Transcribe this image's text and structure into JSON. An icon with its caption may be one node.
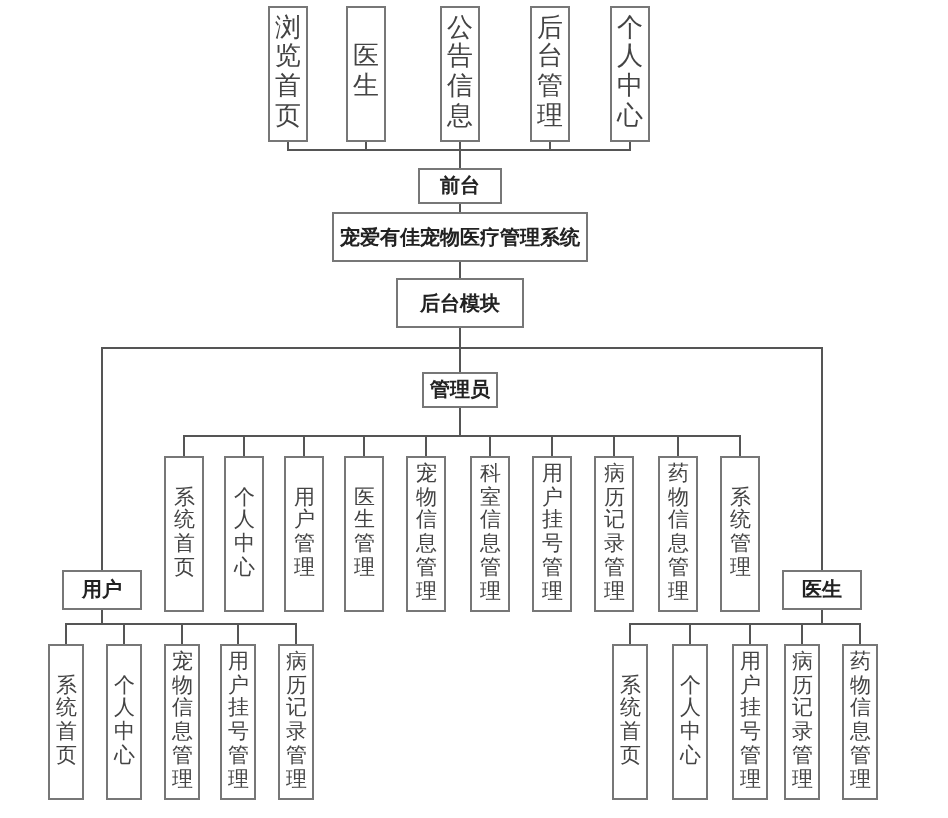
{
  "diagram": {
    "nodes": [
      {
        "text": [
          "浏览首页"
        ]
      },
      {
        "text": [
          "医生"
        ]
      },
      {
        "text": [
          "公告信息"
        ]
      },
      {
        "text": [
          "后台管理"
        ]
      },
      {
        "text": [
          "个人中心"
        ]
      },
      {
        "text": [
          "前台"
        ]
      },
      {
        "text": [
          "宠爱有佳宠物医疗管理系统"
        ]
      },
      {
        "text": [
          "后台模块"
        ]
      },
      {
        "text": [
          "管理员"
        ]
      },
      {
        "text": [
          "系统首页"
        ]
      },
      {
        "text": [
          "个人中心"
        ]
      },
      {
        "text": [
          "用户管理"
        ]
      },
      {
        "text": [
          "医生管理"
        ]
      },
      {
        "text": [
          "宠物信息管理"
        ]
      },
      {
        "text": [
          "科室信息管理"
        ]
      },
      {
        "text": [
          "用户挂号管理"
        ]
      },
      {
        "text": [
          "病历记录管理"
        ]
      },
      {
        "text": [
          "药物信息管理"
        ]
      },
      {
        "text": [
          "系统管理"
        ]
      },
      {
        "text": [
          "用户"
        ]
      },
      {
        "text": [
          "医生"
        ]
      },
      {
        "text": [
          "系统首页"
        ]
      },
      {
        "text": [
          "个人中心"
        ]
      },
      {
        "text": [
          "宠物信息管理"
        ]
      },
      {
        "text": [
          "用户挂号管理"
        ]
      },
      {
        "text": [
          "病历记录管理"
        ]
      },
      {
        "text": [
          "系统首页"
        ]
      },
      {
        "text": [
          "个人中心"
        ]
      },
      {
        "text": [
          "用户挂号管理"
        ]
      },
      {
        "text": [
          "病历记录管理"
        ]
      },
      {
        "text": [
          "药物信息管理"
        ]
      }
    ],
    "edges": [
      {
        "from": 5,
        "to": 0,
        "arrow": "none"
      },
      {
        "from": 5,
        "to": 1,
        "arrow": "none"
      },
      {
        "from": 5,
        "to": 2,
        "arrow": "none"
      },
      {
        "from": 5,
        "to": 3,
        "arrow": "none"
      },
      {
        "from": 5,
        "to": 4,
        "arrow": "none"
      },
      {
        "from": 5,
        "to": 6,
        "arrow": "none"
      },
      {
        "from": 6,
        "to": 7,
        "arrow": "none"
      },
      {
        "from": 7,
        "to": 8,
        "arrow": "none"
      },
      {
        "from": 7,
        "to": 19,
        "arrow": "none"
      },
      {
        "from": 7,
        "to": 20,
        "arrow": "none"
      },
      {
        "from": 8,
        "to": 9,
        "arrow": "none"
      },
      {
        "from": 8,
        "to": 10,
        "arrow": "none"
      },
      {
        "from": 8,
        "to": 11,
        "arrow": "none"
      },
      {
        "from": 8,
        "to": 12,
        "arrow": "none"
      },
      {
        "from": 8,
        "to": 13,
        "arrow": "none"
      },
      {
        "from": 8,
        "to": 14,
        "arrow": "none"
      },
      {
        "from": 8,
        "to": 15,
        "arrow": "none"
      },
      {
        "from": 8,
        "to": 16,
        "arrow": "none"
      },
      {
        "from": 8,
        "to": 17,
        "arrow": "none"
      },
      {
        "from": 8,
        "to": 18,
        "arrow": "none"
      },
      {
        "from": 19,
        "to": 21,
        "arrow": "none"
      },
      {
        "from": 19,
        "to": 22,
        "arrow": "none"
      },
      {
        "from": 19,
        "to": 23,
        "arrow": "none"
      },
      {
        "from": 19,
        "to": 24,
        "arrow": "none"
      },
      {
        "from": 19,
        "to": 25,
        "arrow": "none"
      },
      {
        "from": 20,
        "to": 26,
        "arrow": "none"
      },
      {
        "from": 20,
        "to": 27,
        "arrow": "none"
      },
      {
        "from": 20,
        "to": 28,
        "arrow": "none"
      },
      {
        "from": 20,
        "to": 29,
        "arrow": "none"
      },
      {
        "from": 20,
        "to": 30,
        "arrow": "none"
      }
    ]
  }
}
